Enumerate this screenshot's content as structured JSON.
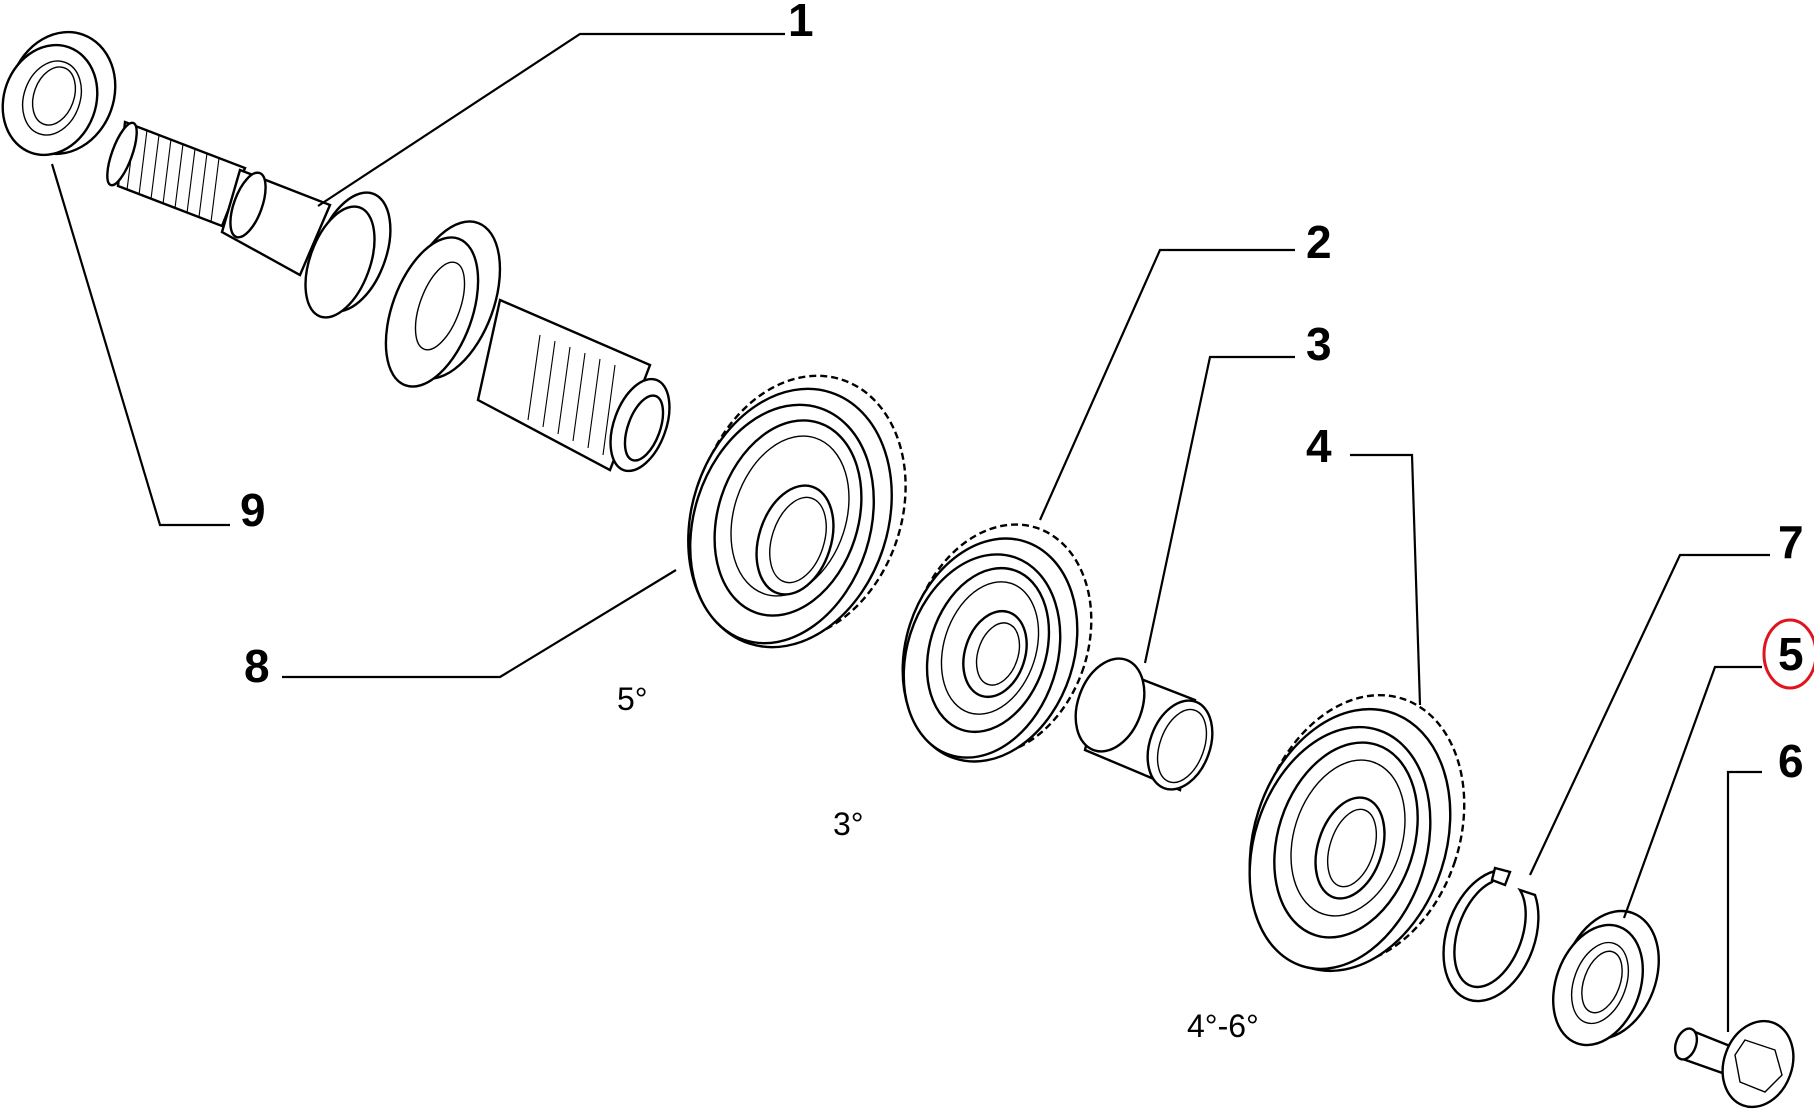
{
  "callouts": {
    "c1": "1",
    "c2": "2",
    "c3": "3",
    "c4": "4",
    "c5": "5",
    "c6": "6",
    "c7": "7",
    "c8": "8",
    "c9": "9"
  },
  "gear_labels": {
    "fifth": "5°",
    "third": "3°",
    "fourth_sixth": "4°-6°"
  },
  "highlight": {
    "callout": "5",
    "color": "#e0141e"
  }
}
